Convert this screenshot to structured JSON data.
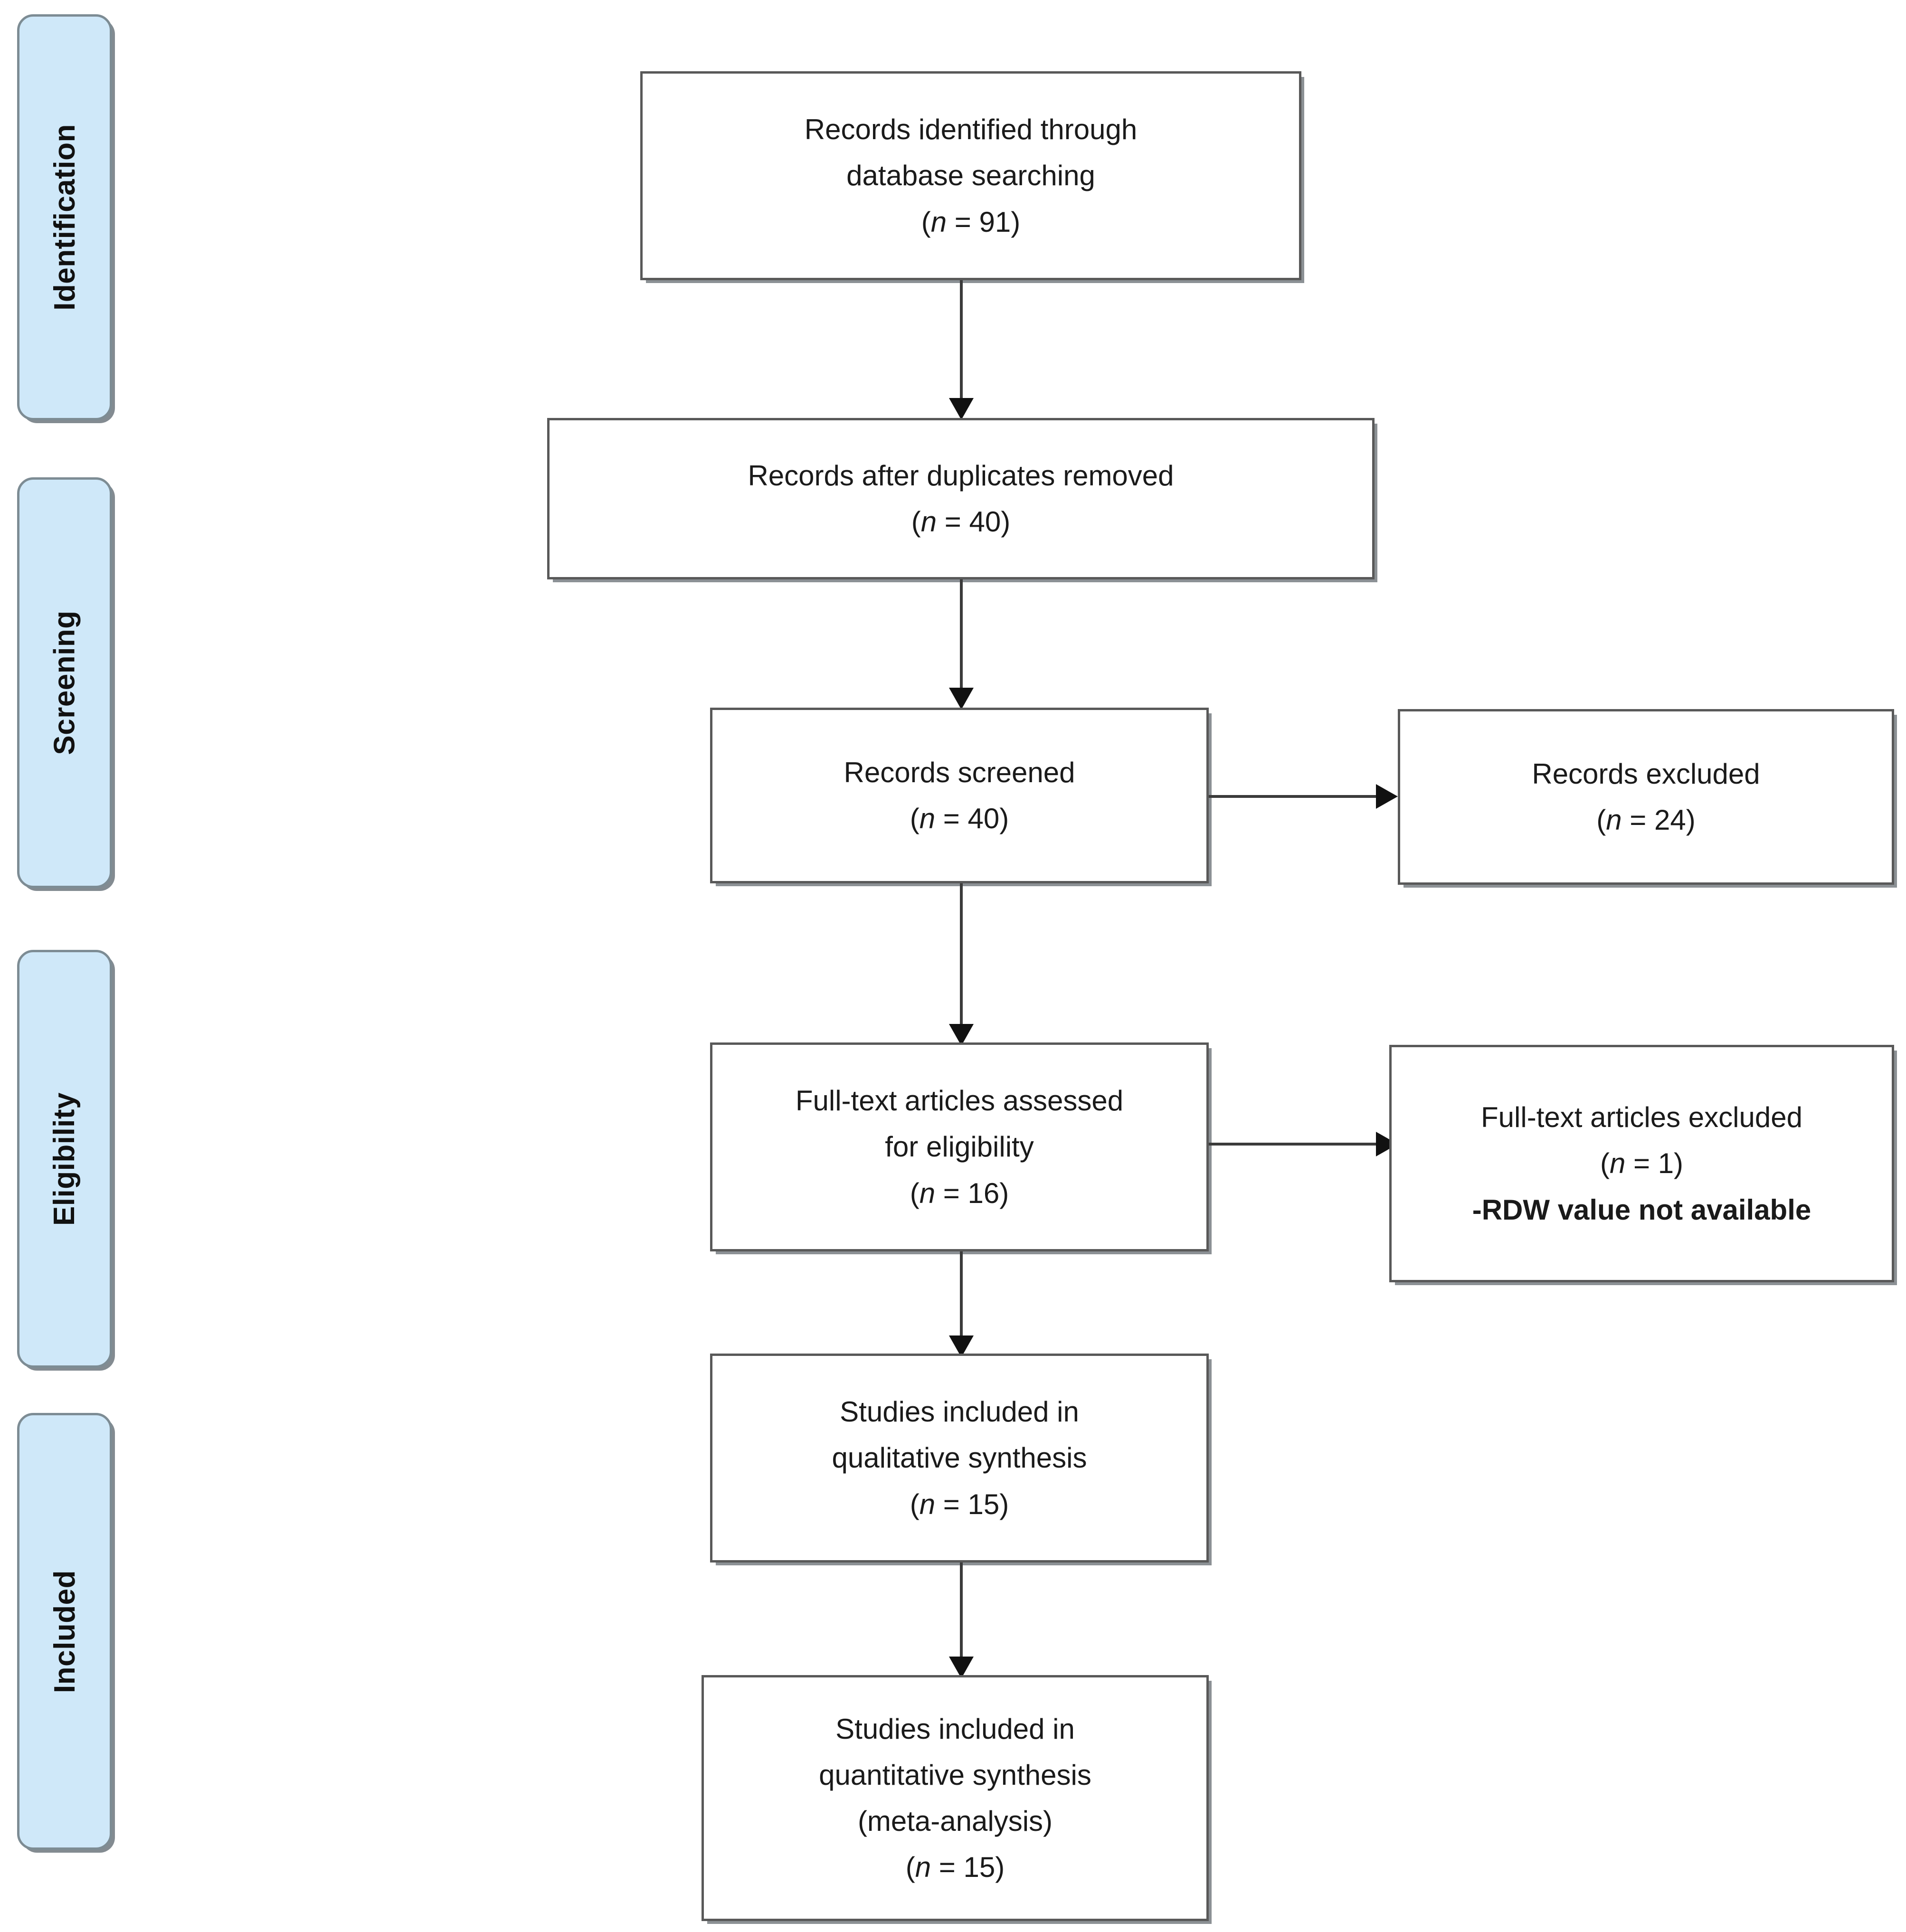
{
  "diagram": {
    "title": "PRISMA flow diagram",
    "type": "prisma-flow-diagram",
    "accent_color": "#cfe8f9",
    "border_color": "#7d8c94",
    "box_border_color": "#595959",
    "connector_color": "#3b3b3b"
  },
  "stages": [
    {
      "id": "identification",
      "label": "Identification"
    },
    {
      "id": "screening",
      "label": "Screening"
    },
    {
      "id": "eligibility",
      "label": "Eligibility"
    },
    {
      "id": "included",
      "label": "Included"
    }
  ],
  "boxes": {
    "records_identified": {
      "line1": "Records identified through",
      "line2": "database searching",
      "n_prefix": "(",
      "n_italic": "n",
      "n_value": " = 91)"
    },
    "records_after_duplicates": {
      "line1": "Records after duplicates removed",
      "n_prefix": "(",
      "n_italic": "n",
      "n_value": " = 40)"
    },
    "records_screened": {
      "line1": "Records screened",
      "n_prefix": "(",
      "n_italic": "n",
      "n_value": " = 40)"
    },
    "records_excluded": {
      "line1": "Records excluded",
      "n_prefix": "(",
      "n_italic": "n",
      "n_value": " = 24)"
    },
    "fulltext_assessed": {
      "line1": "Full-text articles assessed",
      "line2": "for eligibility",
      "n_prefix": "(",
      "n_italic": "n",
      "n_value": " = 16)"
    },
    "fulltext_excluded": {
      "line1": "Full-text articles excluded",
      "n_prefix": "(",
      "n_italic": "n",
      "n_value": " = 1)",
      "reason": "-RDW value not available"
    },
    "qualitative_synthesis": {
      "line1": "Studies included in",
      "line2": "qualitative synthesis",
      "n_prefix": "(",
      "n_italic": "n",
      "n_value": " = 15)"
    },
    "quantitative_synthesis": {
      "line1": "Studies included in",
      "line2": "quantitative synthesis",
      "line3": "(meta-analysis)",
      "n_prefix": "(",
      "n_italic": "n",
      "n_value": " = 15)"
    }
  },
  "chart_data": {
    "type": "diagram",
    "title": "PRISMA flow diagram",
    "nodes": [
      {
        "id": "records_identified",
        "stage": "Identification",
        "label": "Records identified through database searching",
        "n": 91
      },
      {
        "id": "records_after_duplicates",
        "stage": "Screening",
        "label": "Records after duplicates removed",
        "n": 40
      },
      {
        "id": "records_screened",
        "stage": "Screening",
        "label": "Records screened",
        "n": 40
      },
      {
        "id": "records_excluded",
        "stage": "Screening",
        "label": "Records excluded",
        "n": 24
      },
      {
        "id": "fulltext_assessed",
        "stage": "Eligibility",
        "label": "Full-text articles assessed for eligibility",
        "n": 16
      },
      {
        "id": "fulltext_excluded",
        "stage": "Eligibility",
        "label": "Full-text articles excluded",
        "n": 1,
        "reason": "-RDW value not available"
      },
      {
        "id": "qualitative_synthesis",
        "stage": "Included",
        "label": "Studies included in qualitative synthesis",
        "n": 15
      },
      {
        "id": "quantitative_synthesis",
        "stage": "Included",
        "label": "Studies included in quantitative synthesis (meta-analysis)",
        "n": 15
      }
    ],
    "edges": [
      {
        "from": "records_identified",
        "to": "records_after_duplicates",
        "direction": "down"
      },
      {
        "from": "records_after_duplicates",
        "to": "records_screened",
        "direction": "down"
      },
      {
        "from": "records_screened",
        "to": "records_excluded",
        "direction": "right"
      },
      {
        "from": "records_screened",
        "to": "fulltext_assessed",
        "direction": "down"
      },
      {
        "from": "fulltext_assessed",
        "to": "fulltext_excluded",
        "direction": "right"
      },
      {
        "from": "fulltext_assessed",
        "to": "qualitative_synthesis",
        "direction": "down"
      },
      {
        "from": "qualitative_synthesis",
        "to": "quantitative_synthesis",
        "direction": "down"
      }
    ]
  }
}
